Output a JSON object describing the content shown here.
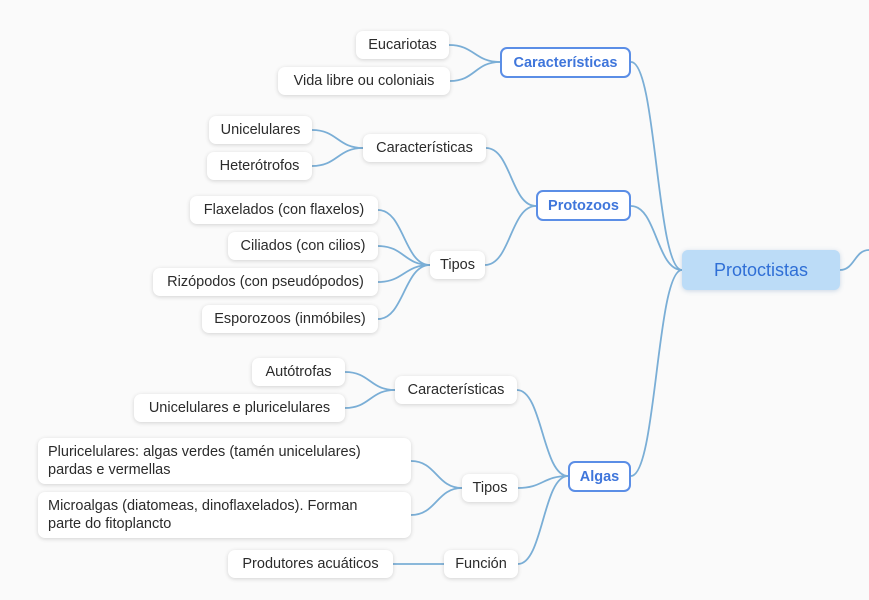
{
  "root": {
    "label": "Protoctistas"
  },
  "branches": [
    {
      "label": "Características",
      "children": [
        "Eucariotas",
        "Vida libre ou coloniais"
      ]
    },
    {
      "label": "Protozoos",
      "groups": [
        {
          "label": "Características",
          "children": [
            "Unicelulares",
            "Heterótrofos"
          ]
        },
        {
          "label": "Tipos",
          "children": [
            "Flaxelados (con flaxelos)",
            "Ciliados (con cilios)",
            "Rizópodos (con pseudópodos)",
            "Esporozoos (inmóbiles)"
          ]
        }
      ]
    },
    {
      "label": "Algas",
      "groups": [
        {
          "label": "Características",
          "children": [
            "Autótrofas",
            "Unicelulares e pluricelulares"
          ]
        },
        {
          "label": "Tipos",
          "children": [
            "Pluricelulares: algas verdes (tamén unicelulares)\npardas e vermellas",
            "Microalgas (diatomeas, dinoflaxelados). Forman\nparte do fitoplancto"
          ]
        },
        {
          "label": "Función",
          "children": [
            "Produtores acuáticos"
          ]
        }
      ]
    }
  ],
  "colors": {
    "line": "#7aaed6",
    "category_border": "#5b8ee6",
    "category_text": "#3f76db",
    "root_fill": "#bcdcf7",
    "root_text": "#2f6fd6"
  }
}
